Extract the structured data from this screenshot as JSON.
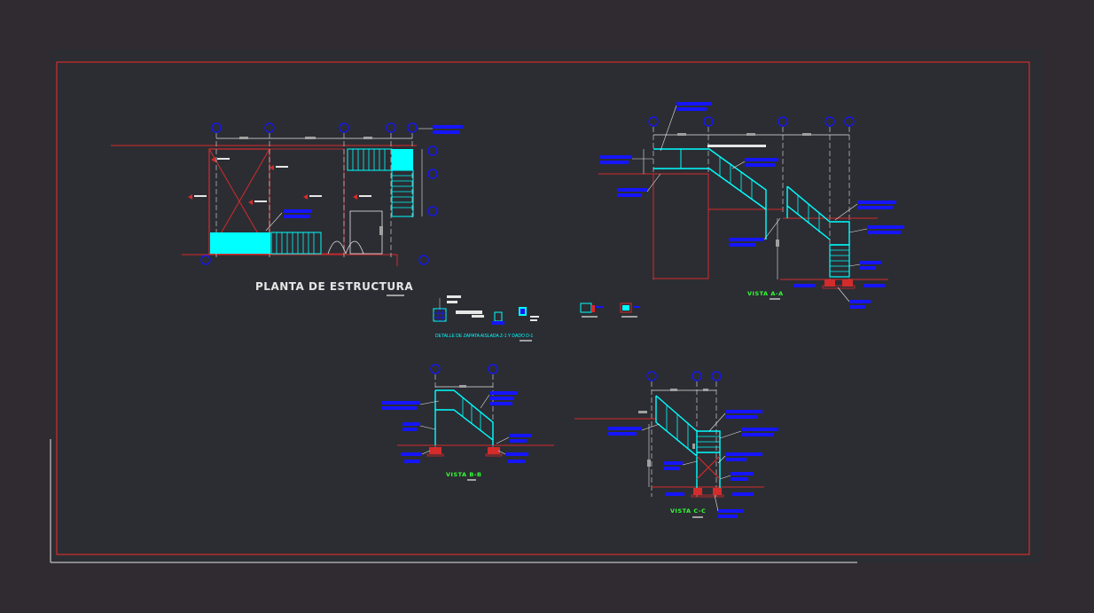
{
  "drawing": {
    "main_title": "PLANTA DE ESTRUCTURA",
    "detail_title": "DETALLE DE ZAPATA AISLADA Z-1 Y DADO D-1",
    "view_a": "VISTA A-A",
    "view_b": "VISTA B-B",
    "view_c": "VISTA C-C"
  },
  "colors": {
    "background": "#2f2b31",
    "sheet": "#2b2d33",
    "border": "#d42b2b",
    "cyan": "#00ffff",
    "blue": "#1515ff",
    "green": "#33ff33",
    "white": "#e6e6e6",
    "gray": "#a0a0a0"
  }
}
